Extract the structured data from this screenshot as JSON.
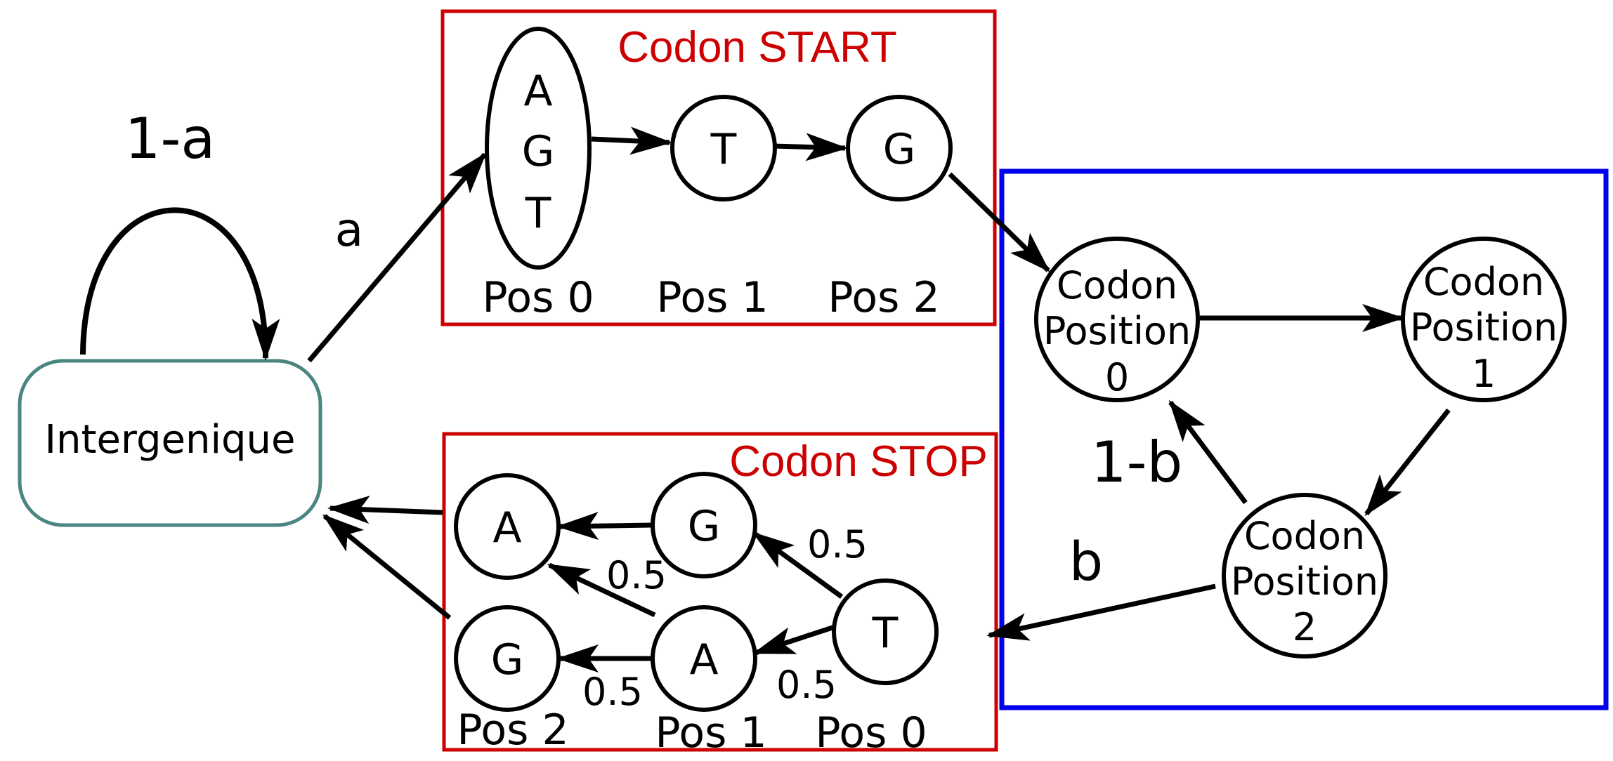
{
  "colors": {
    "start_box": "#cc0000",
    "stop_box": "#cc0000",
    "coding_box": "#0000ee",
    "intergenic_border": "#4a8580",
    "edge": "#000000",
    "node_border": "#000000",
    "title_text": "#cc0000"
  },
  "intergenic": {
    "label": "Intergenique"
  },
  "transitions": {
    "self_loop": "1-a",
    "to_start": "a",
    "coding_return": "1-b",
    "to_stop": "b"
  },
  "start_box": {
    "title": "Codon START",
    "nodes": [
      {
        "lines": [
          "A",
          "G",
          "T"
        ],
        "pos_label": "Pos 0"
      },
      {
        "lines": [
          "T"
        ],
        "pos_label": "Pos 1"
      },
      {
        "lines": [
          "G"
        ],
        "pos_label": "Pos 2"
      }
    ]
  },
  "coding": {
    "nodes": [
      {
        "lines": [
          "Codon",
          "Position",
          "0"
        ]
      },
      {
        "lines": [
          "Codon",
          "Position",
          "1"
        ]
      },
      {
        "lines": [
          "Codon",
          "Position",
          "2"
        ]
      }
    ]
  },
  "stop_box": {
    "title": "Codon STOP",
    "nodes": {
      "a_top": "A",
      "g_top": "G",
      "t": "T",
      "a_mid": "A",
      "g_bottom": "G"
    },
    "pos_labels": [
      "Pos 2",
      "Pos 1",
      "Pos 0"
    ],
    "probabilities": {
      "t_to_g": "0.5",
      "t_to_a": "0.5",
      "a_to_a": "0.5",
      "a_to_g": "0.5"
    }
  }
}
